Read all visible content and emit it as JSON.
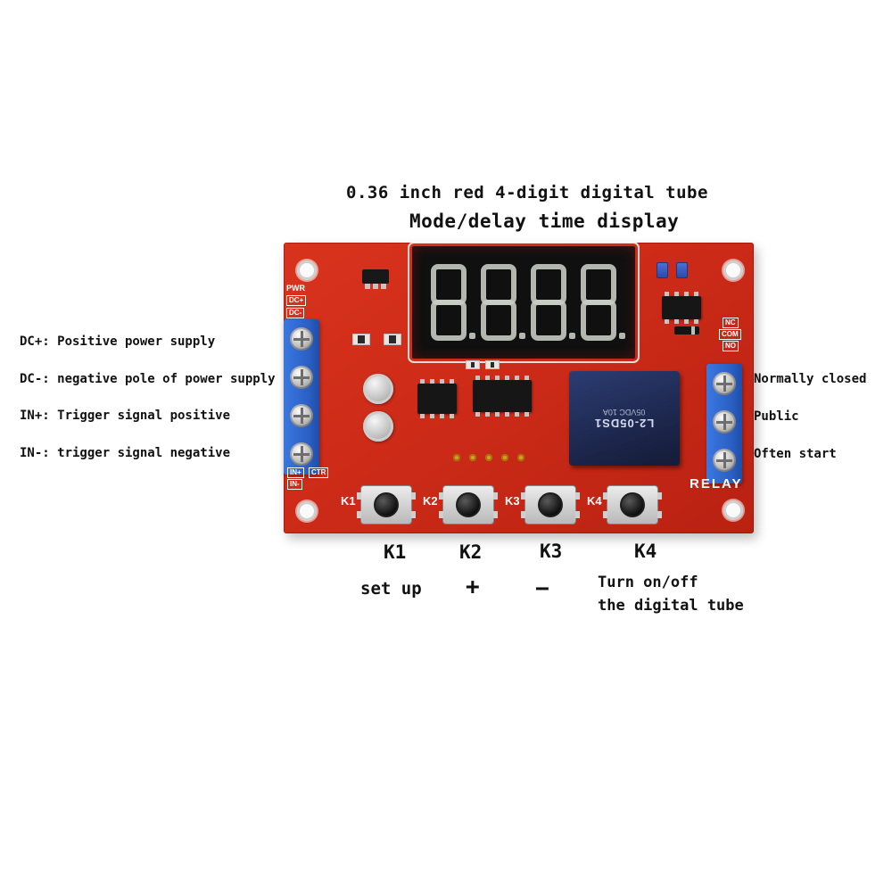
{
  "title": {
    "line1": "0.36 inch red 4-digit digital tube",
    "line2": "Mode/delay time display"
  },
  "annotations": {
    "left": [
      {
        "text": "DC+: Positive power supply"
      },
      {
        "text": "DC-: negative pole of power supply"
      },
      {
        "text": "IN+: Trigger signal positive"
      },
      {
        "text": "IN-: trigger signal negative"
      }
    ],
    "right": [
      {
        "text": "Normally closed"
      },
      {
        "text": "Public"
      },
      {
        "text": "Often start"
      }
    ]
  },
  "board": {
    "silkscreen": {
      "pwr": "PWR",
      "dc_plus": "DC+",
      "dc_minus": "DC-",
      "in_plus": "IN+",
      "ctr": "CTR",
      "in_minus": "IN-",
      "nc": "NC",
      "com": "COM",
      "no": "NO",
      "relay": "RELAY",
      "k1": "K1",
      "k2": "K2",
      "k3": "K3",
      "k4": "K4"
    },
    "display": {
      "digits": "8888"
    },
    "relay_label": {
      "line1": "L2-05DS1",
      "line2": "05VDC 10A"
    }
  },
  "legend": {
    "k1": "K1",
    "k2": "K2",
    "k3": "K3",
    "k4": "K4",
    "k1_fn": "set up",
    "k2_fn": "+",
    "k3_fn": "−",
    "k4_fn_line1": "Turn on/off",
    "k4_fn_line2": "the digital tube"
  },
  "colors": {
    "pcb_red": "#cd2b18",
    "terminal_blue": "#2f6bd6",
    "relay_navy": "#1b2448",
    "display_black": "#101010",
    "segment_off": "#c9cec6"
  }
}
